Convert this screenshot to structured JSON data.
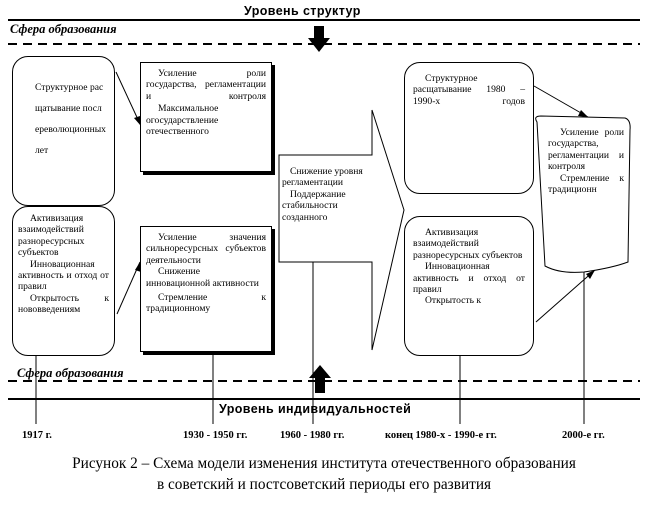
{
  "header": {
    "top_level": "Уровень структур",
    "bottom_level": "Уровень индивидуальностей"
  },
  "spheres": {
    "top": "Сфера образования",
    "bottom": "Сфера образования"
  },
  "boxes": {
    "b1": "Структурное расщатывание послереволюционных лет",
    "b2": {
      "p1": "Усиление роли государства, регламентации и контроля",
      "p2": "Максимальное огосударствление отечественного"
    },
    "b3": {
      "p1": "Активизация взаимодействий разноресурсных субъектов",
      "p2": "Инновационная активность и отход от правил",
      "p3": "Открытость к нововведениям"
    },
    "b4": {
      "p1": "Усиление значения сильноресурсных субъектов деятельности",
      "p2": "Снижение инновационной активности",
      "p3": "Стремление к традиционному"
    },
    "big_arrow": {
      "p1": "Снижение уровня регламентации",
      "p2": "Поддержание стабильности созданного"
    },
    "b5": "Структурное расщатывание 1980 – 1990-х годов",
    "b6": {
      "p1": "Активизация взаимодействий разноресурсных субъектов",
      "p2": "Инновационная активность и отход от правил",
      "p3": "Открытость к"
    },
    "b7": {
      "p1": "Усиление роли государства, регламентации и контроля",
      "p2": "Стремление к традиционн"
    }
  },
  "periods": [
    "1917 г.",
    "1930 - 1950 гг.",
    "1960 - 1980 гг.",
    "конец 1980-х - 1990-е гг.",
    "2000-е гг."
  ],
  "caption": {
    "line1": "Рисунок 2 – Схема модели изменения института отечественного образования",
    "line2": "в советский и постсоветский периоды его развития"
  }
}
